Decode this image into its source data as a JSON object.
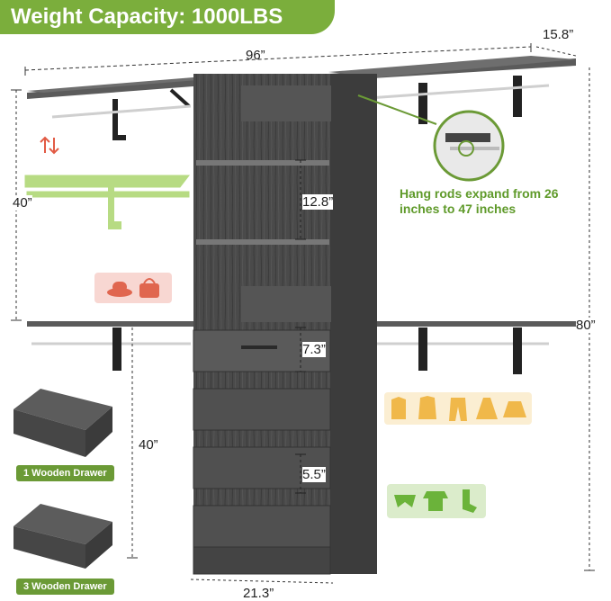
{
  "banner": {
    "title": "Weight Capacity: 1000LBS"
  },
  "dimensions": {
    "width_total": "96”",
    "depth": "15.8”",
    "upper_height": "40”",
    "lower_height": "40”",
    "total_height": "80”",
    "shelf_spacing": "12.8”",
    "drawer_height": "7.3”",
    "drawer_spacing": "5.5”",
    "tower_width": "21.3”"
  },
  "callout": {
    "text": "Hang rods expand from 26 inches to 47 inches"
  },
  "drawers": {
    "single_label": "1 Wooden Drawer",
    "triple_label": "3 Wooden Drawer"
  },
  "icons": {
    "accessories": [
      "hat-icon",
      "handbag-icon"
    ],
    "clothing": [
      "shirt-icon",
      "jacket-icon",
      "pants-icon",
      "dress-icon",
      "skirt-icon"
    ],
    "small_items": [
      "underwear-icon",
      "onesie-icon",
      "sock-icon"
    ]
  },
  "colors": {
    "accent": "#7bae3c",
    "wood": "#4b4b4b",
    "icon_orange": "#f3c97a",
    "icon_pink": "#f8d7d2",
    "icon_green": "#dbeccb"
  }
}
